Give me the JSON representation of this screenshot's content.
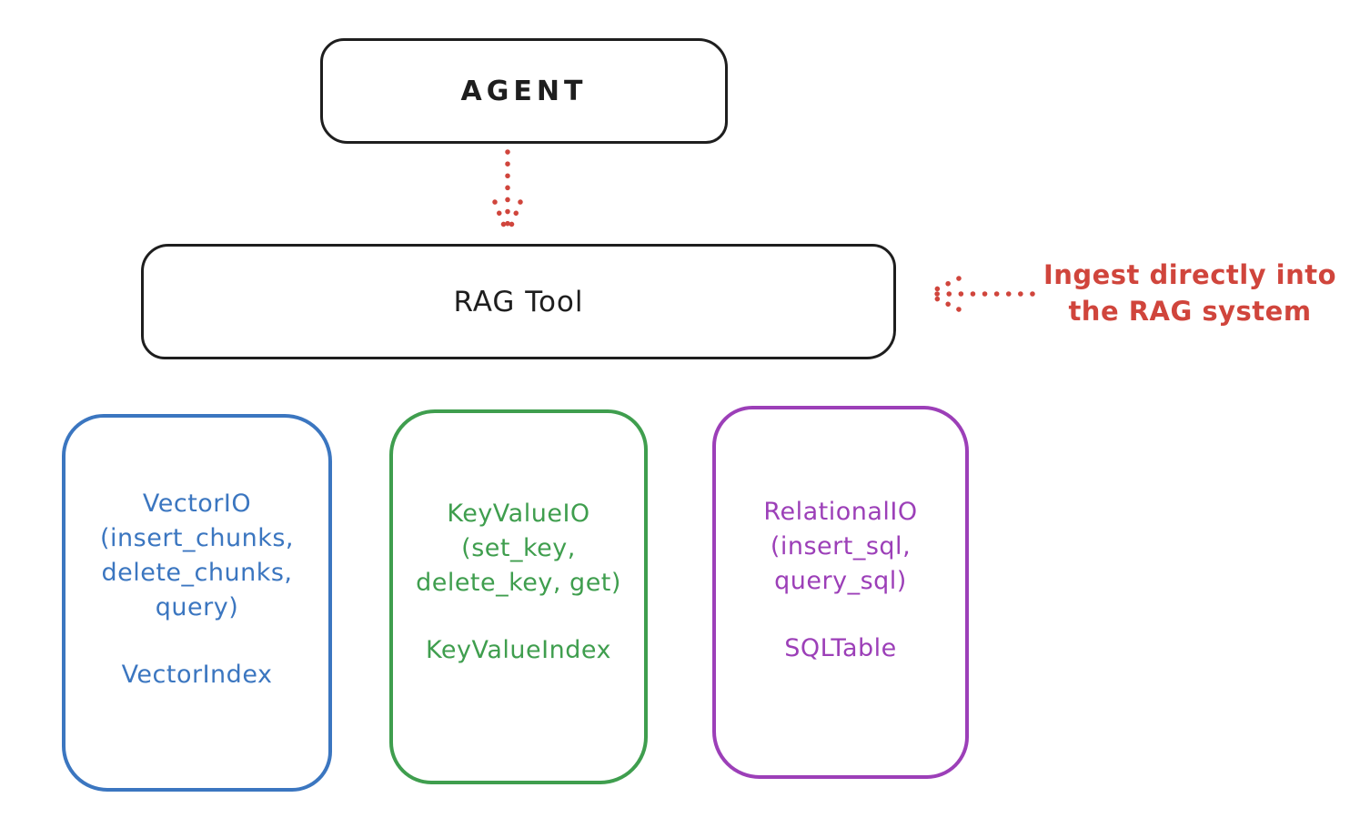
{
  "colors": {
    "ink": "#1e1e1e",
    "background": "#ffffff",
    "annotation_red": "#d0453c",
    "vector_blue": "#3b76c0",
    "keyvalue_green": "#3f9e4e",
    "relational_purple": "#9c3fb8"
  },
  "agent_box": {
    "label": "AGENT"
  },
  "rag_tool_box": {
    "label": "RAG Tool"
  },
  "annotation": {
    "line1": "Ingest directly into",
    "line2": "the RAG system"
  },
  "icons": {
    "agent_to_rag_arrow": "dotted-down-arrow",
    "annotation_to_rag_arrow": "dotted-left-arrow"
  },
  "backends": [
    {
      "id": "vector-io",
      "lines": [
        "VectorIO",
        "(insert_chunks,",
        "delete_chunks,",
        "query)"
      ],
      "index_label": "VectorIndex",
      "color": "#3b76c0"
    },
    {
      "id": "keyvalue-io",
      "lines": [
        "KeyValueIO",
        "(set_key,",
        "delete_key, get)"
      ],
      "index_label": "KeyValueIndex",
      "color": "#3f9e4e"
    },
    {
      "id": "relational-io",
      "lines": [
        "RelationalIO",
        "(insert_sql,",
        "query_sql)"
      ],
      "index_label": "SQLTable",
      "color": "#9c3fb8"
    }
  ]
}
